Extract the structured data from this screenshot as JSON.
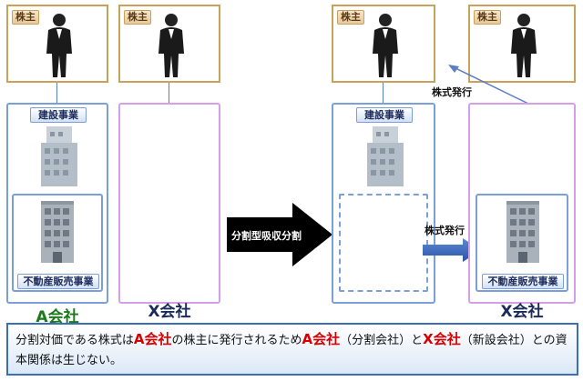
{
  "before": {
    "shareholder_a_label": "株主",
    "shareholder_x_label": "株主",
    "a_construction_label": "建設事業",
    "a_realestate_label": "不動産販売事業",
    "a_company_label": "A会社",
    "x_company_label": "X会社"
  },
  "center_arrow": {
    "label": "分割型吸収分割"
  },
  "after": {
    "shareholder_a_label": "株主",
    "shareholder_x_label": "株主",
    "a_construction_label": "建設事業",
    "stock_issue_label_top": "株式発行",
    "stock_issue_label_mid": "株式発行",
    "x_realestate_label": "不動産販売事業",
    "x_company_label": "X会社"
  },
  "note": {
    "t1": "分割対価である株式は",
    "r1": "A会社",
    "t2": "の株主に発行されるため",
    "r2": "A会社",
    "t3": "（分割会社）と",
    "r3": "X会社",
    "t4": "（新設会社）との資本関係は生じない。"
  },
  "colors": {
    "shareholder_border": "#c9a15a",
    "company_a_border": "#7b9fd8",
    "company_x_border": "#d59ee8",
    "emphasis_red": "#d60000",
    "company_a_label": "#1a7a1a",
    "company_x_label": "#1a2a5a"
  },
  "icons": [
    "businessman-icon",
    "office-building-icon",
    "right-arrow-icon"
  ]
}
